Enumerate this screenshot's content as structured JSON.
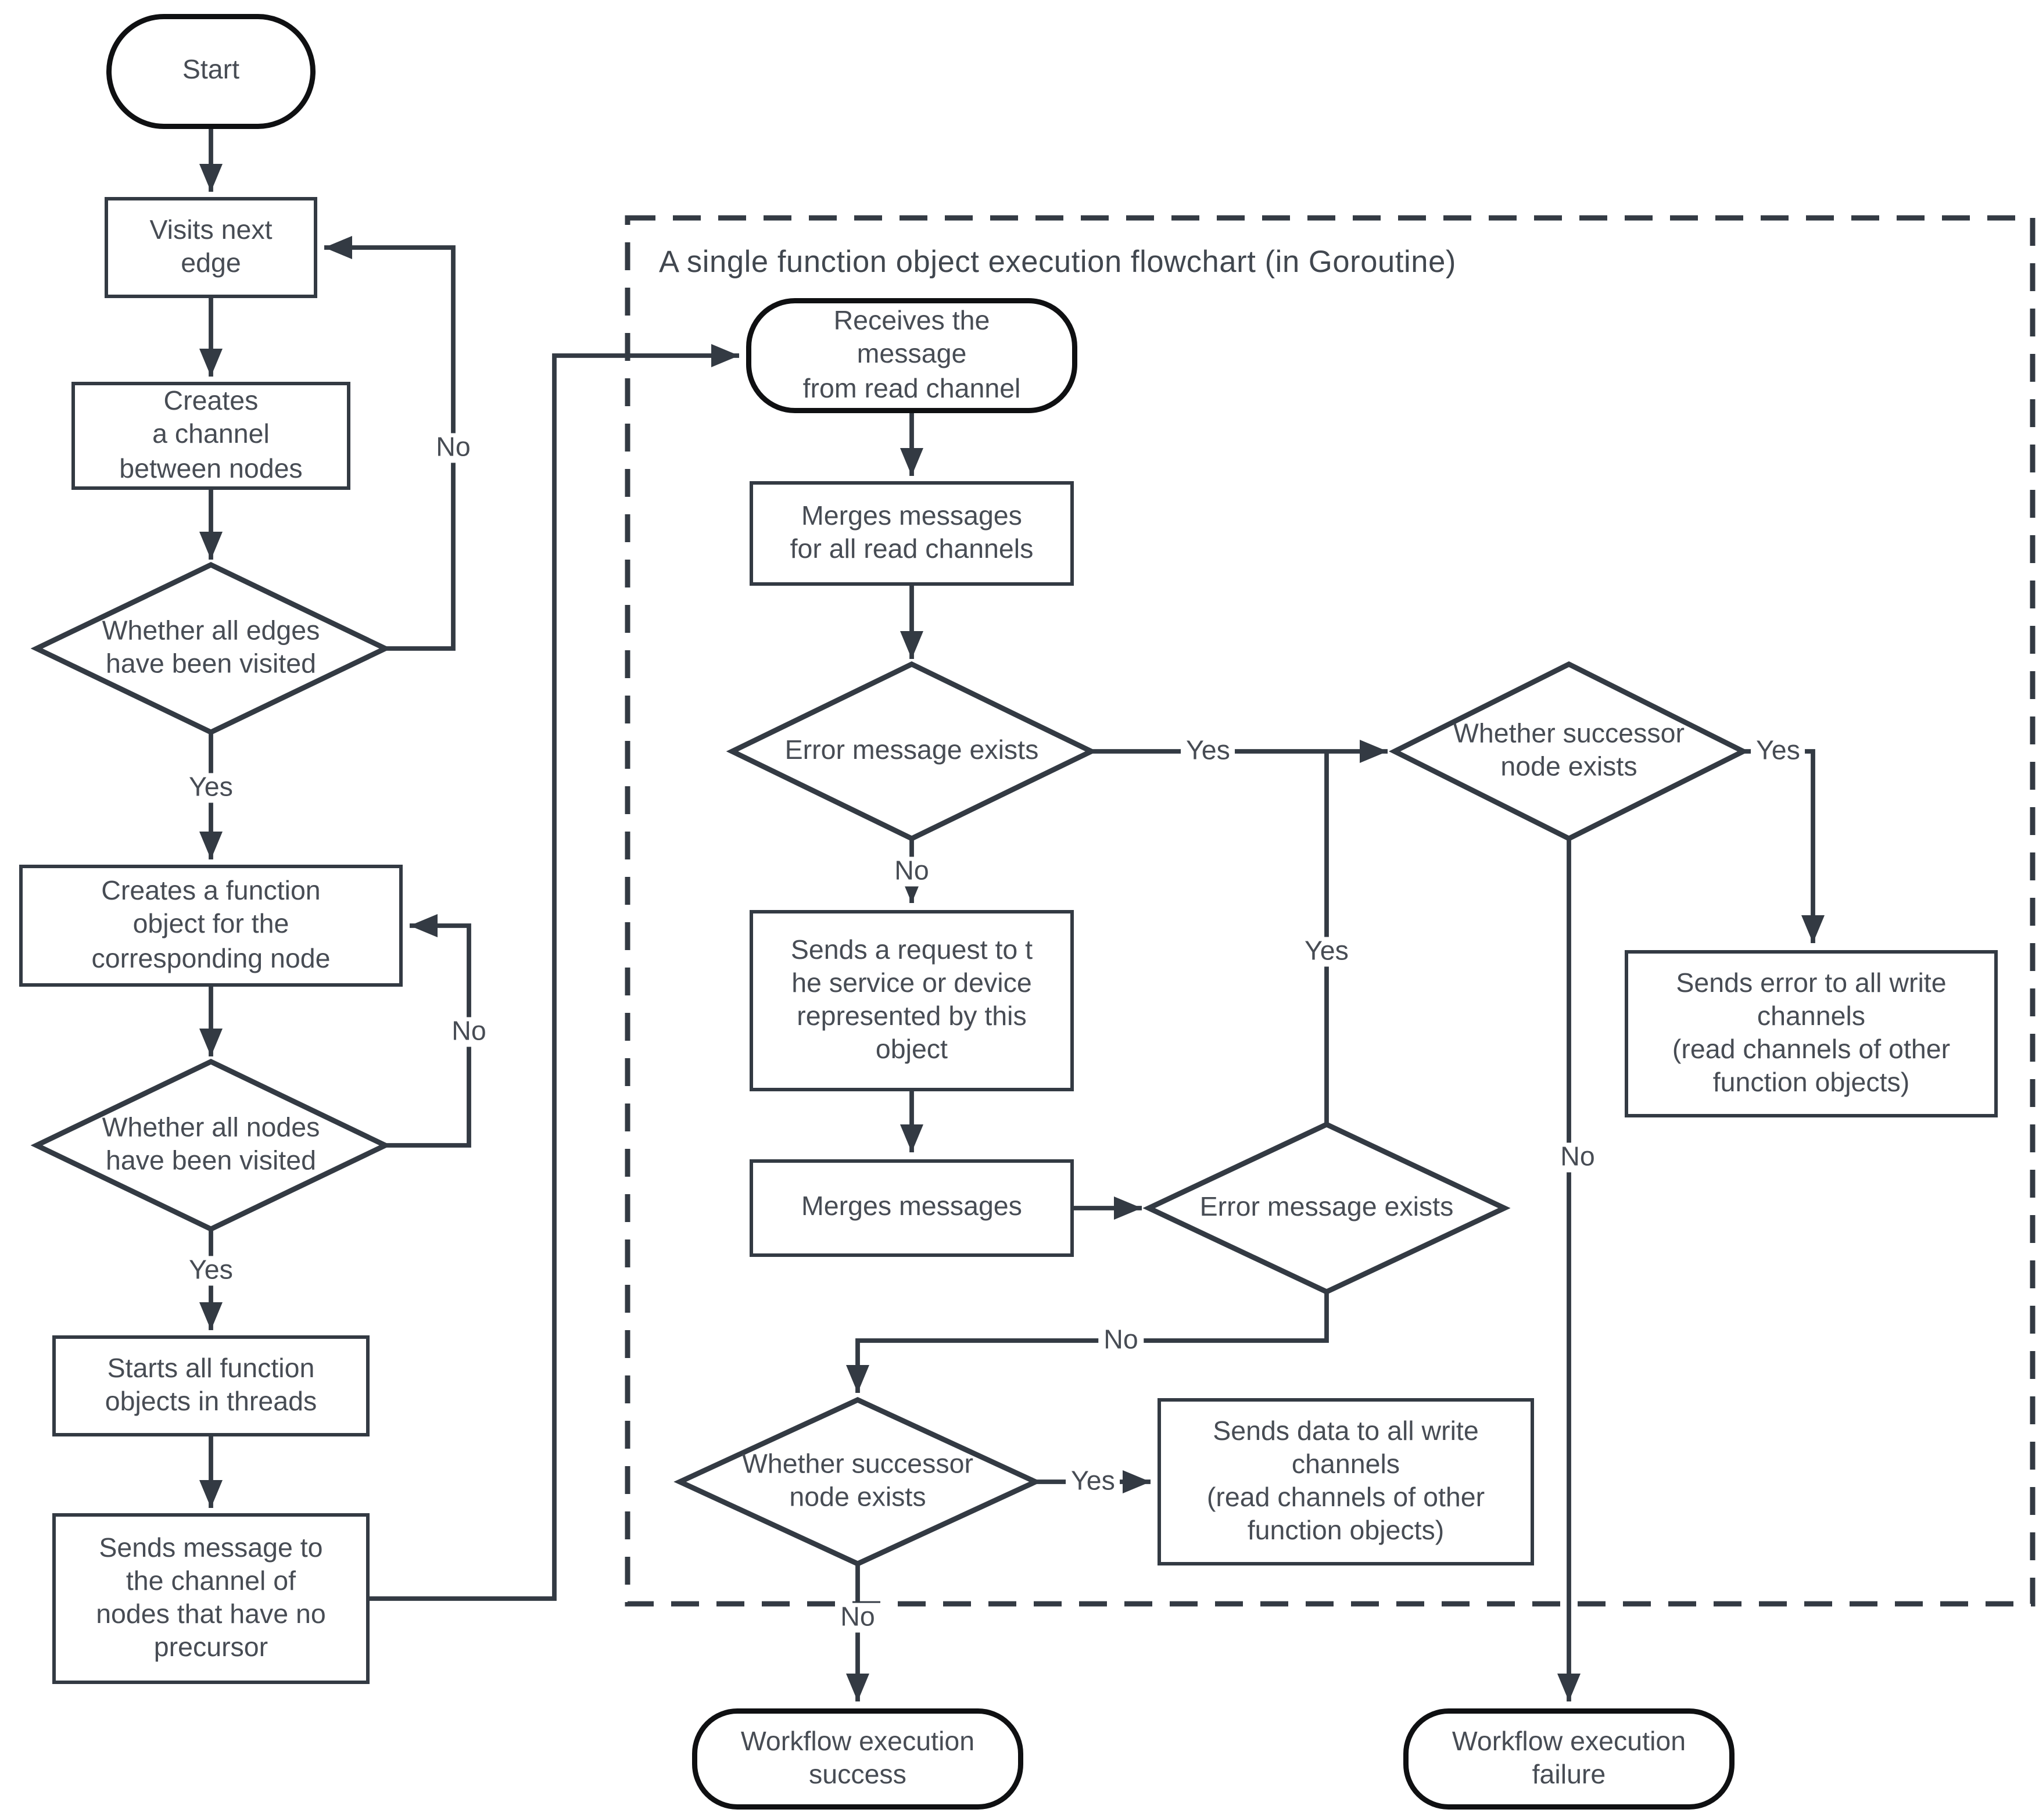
{
  "diagram": {
    "title": "A single function object execution flowchart (in Goroutine)",
    "colors": {
      "line": "#333a43",
      "terminator_border": "#0f1012",
      "shape_fill": "#ffffff",
      "text": "#474c54"
    },
    "nodes": {
      "start": "Start",
      "visits_next_edge": "Visits next\nedge",
      "creates_channel": "Creates\na channel\nbetween nodes",
      "whether_all_edges_visited": "Whether all edges\nhave been visited",
      "creates_function_object": "Creates a function\nobject for the\ncorresponding node",
      "whether_all_nodes_visited": "Whether all nodes\nhave been visited",
      "starts_function_objects": "Starts all function\nobjects in threads",
      "sends_message_no_precursor": "Sends message to\nthe channel of\nnodes that have no\nprecursor",
      "receives_message": "Receives the\nmessage\nfrom read channel",
      "merges_messages_all_channels": "Merges messages\nfor all read channels",
      "error_message_exists_1": "Error message exists",
      "sends_request_service_device": "Sends a request to t\nhe service or device\nrepresented by this\nobject",
      "merges_messages": "Merges messages",
      "error_message_exists_2": "Error message exists",
      "whether_successor_exists_right": "Whether successor\nnode exists",
      "sends_error_write_channels": "Sends error to all write\nchannels\n(read channels of other\nfunction objects)",
      "whether_successor_exists_bottom": "Whether successor\nnode exists",
      "sends_data_write_channels": "Sends data to all write\nchannels\n(read channels of other\nfunction objects)",
      "workflow_success": "Workflow execution\nsuccess",
      "workflow_failure": "Workflow execution\nfailure"
    },
    "edge_labels": {
      "edges_yes": "Yes",
      "edges_no": "No",
      "nodes_yes": "Yes",
      "nodes_no": "No",
      "err1_yes": "Yes",
      "err1_no": "No",
      "err2_yes": "Yes",
      "err2_no": "No",
      "succ_top_yes": "Yes",
      "succ_top_no": "No",
      "succ_bottom_yes": "Yes",
      "succ_bottom_no": "No"
    }
  }
}
